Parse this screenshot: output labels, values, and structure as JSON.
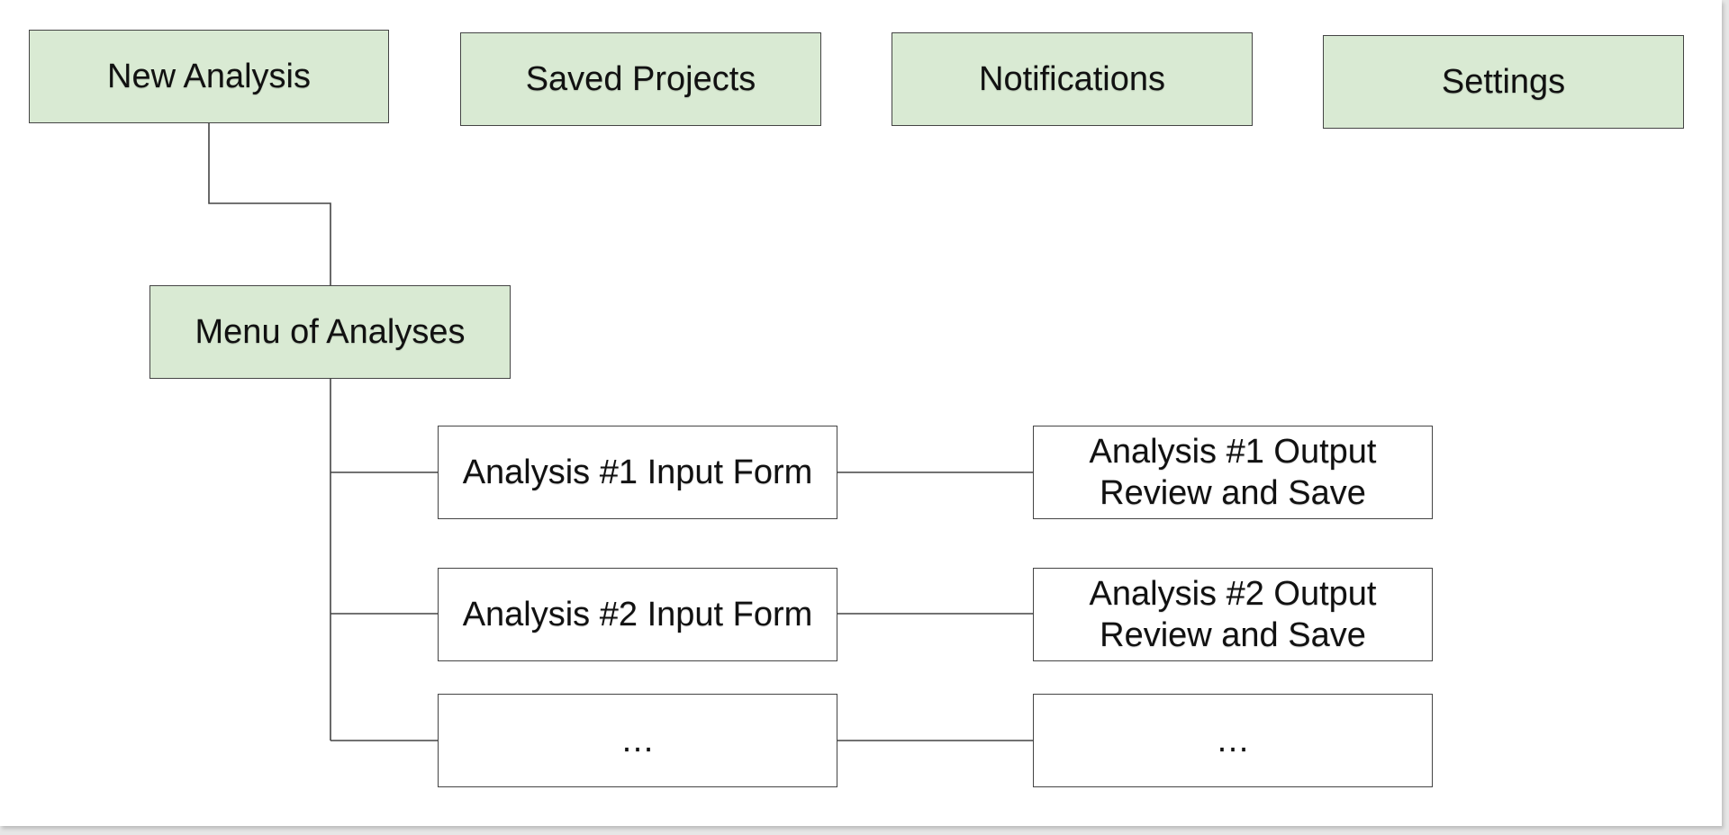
{
  "nodes": {
    "new_analysis": "New Analysis",
    "saved_projects": "Saved Projects",
    "notifications": "Notifications",
    "settings": "Settings",
    "menu_of_analyses": "Menu of Analyses",
    "analysis1_input": "Analysis #1 Input Form",
    "analysis1_output": "Analysis #1 Output\nReview and Save",
    "analysis2_input": "Analysis #2 Input Form",
    "analysis2_output": "Analysis #2 Output\nReview and Save",
    "more_input": "…",
    "more_output": "…"
  },
  "colors": {
    "primary_fill": "#d9ead3",
    "secondary_fill": "#ffffff",
    "border": "#444444"
  }
}
